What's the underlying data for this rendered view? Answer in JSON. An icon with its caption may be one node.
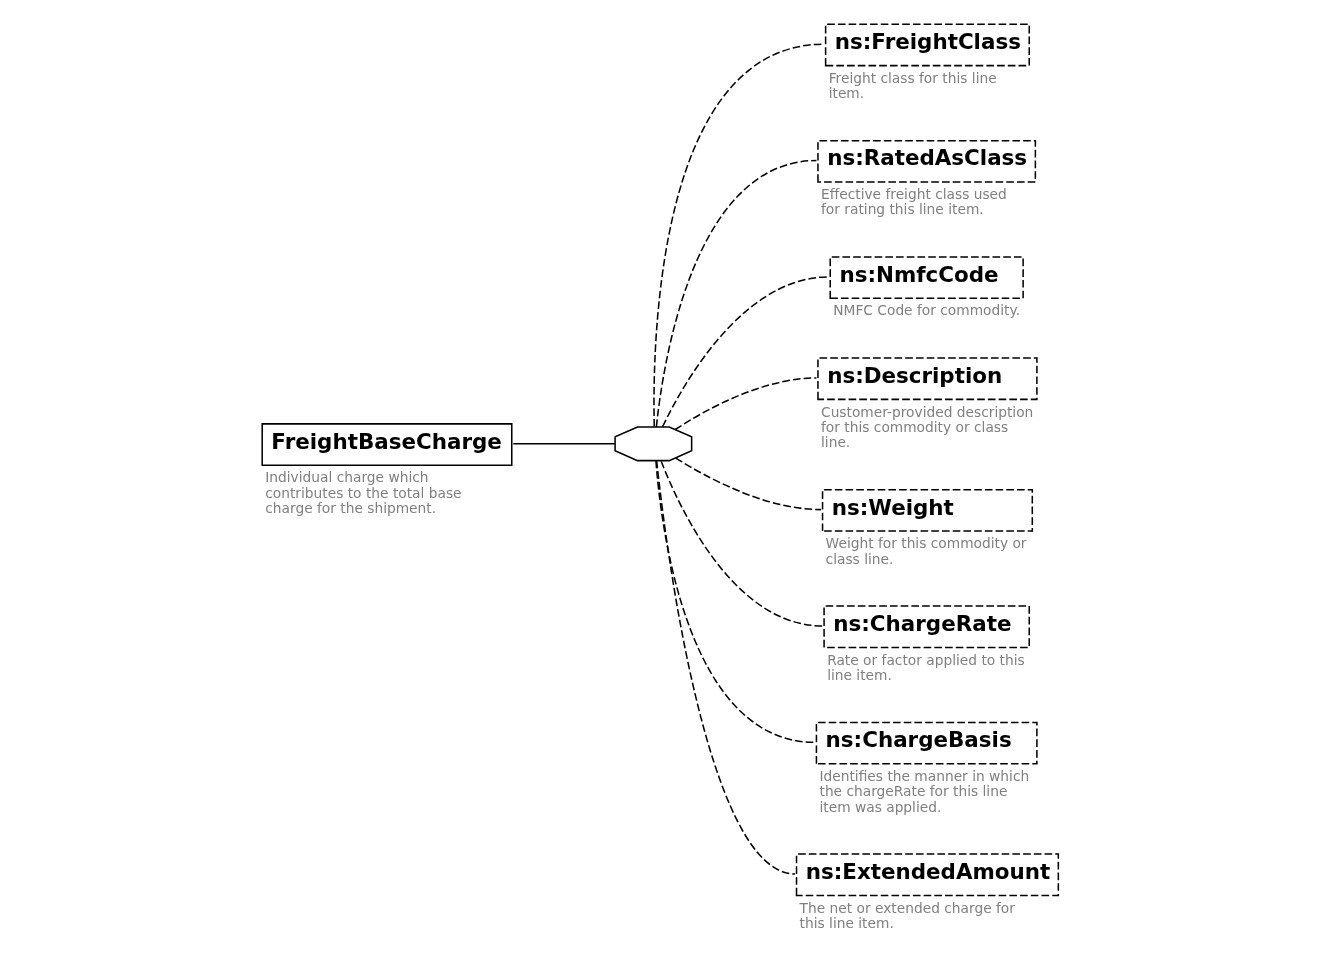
{
  "diagram": {
    "nodes": [
      {
        "text": [
          "FreightBaseCharge"
        ],
        "beside": [
          "Individual charge which contributes to the total base charge for the shipment."
        ]
      },
      {
        "text": [],
        "shape": "octagon"
      },
      {
        "text": [
          "ns:FreightClass"
        ],
        "beside": [
          "Freight class for this line item."
        ]
      },
      {
        "text": [
          "ns:RatedAsClass"
        ],
        "beside": [
          "Effective freight class used for rating this line item."
        ]
      },
      {
        "text": [
          "ns:NmfcCode"
        ],
        "beside": [
          "NMFC Code for commodity."
        ]
      },
      {
        "text": [
          "ns:Description"
        ],
        "beside": [
          "Customer-provided description for this commodity or class line."
        ]
      },
      {
        "text": [
          "ns:Weight"
        ],
        "beside": [
          "Weight for this commodity or class line."
        ]
      },
      {
        "text": [
          "ns:ChargeRate"
        ],
        "beside": [
          "Rate or factor applied to this line item."
        ]
      },
      {
        "text": [
          "ns:ChargeBasis"
        ],
        "beside": [
          "Identifies the manner in which the chargeRate for this line item was applied."
        ]
      },
      {
        "text": [
          "ns:ExtendedAmount"
        ],
        "beside": [
          "The net or extended charge for this line item."
        ]
      }
    ],
    "edges": [
      {
        "from": 0,
        "to": 1,
        "arrow": "none"
      },
      {
        "from": 1,
        "to": 2,
        "arrow": "none",
        "style": "dashed"
      },
      {
        "from": 1,
        "to": 3,
        "arrow": "none",
        "style": "dashed"
      },
      {
        "from": 1,
        "to": 4,
        "arrow": "none",
        "style": "dashed"
      },
      {
        "from": 1,
        "to": 5,
        "arrow": "none",
        "style": "dashed"
      },
      {
        "from": 1,
        "to": 6,
        "arrow": "none",
        "style": "dashed"
      },
      {
        "from": 1,
        "to": 7,
        "arrow": "none",
        "style": "dashed"
      },
      {
        "from": 1,
        "to": 8,
        "arrow": "none",
        "style": "dashed"
      },
      {
        "from": 1,
        "to": 9,
        "arrow": "none",
        "style": "dashed"
      }
    ]
  }
}
